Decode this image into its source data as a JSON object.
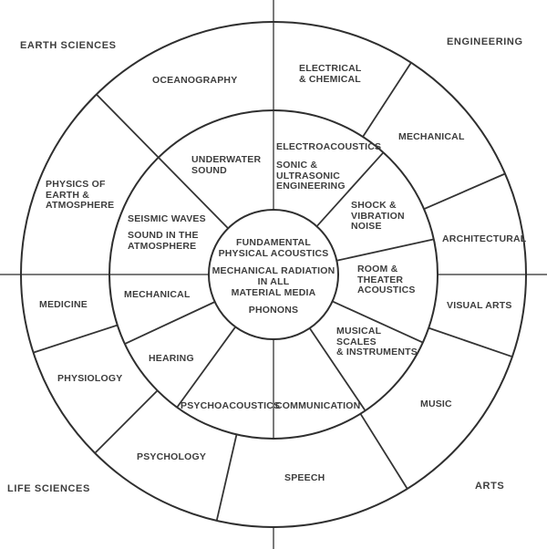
{
  "diagram": "wheel-of-acoustics",
  "colors": {
    "background": "#ffffff",
    "circle_stroke": "#2f2f2f",
    "divider_stroke": "#343434",
    "axis_stroke": "#7a7a7a",
    "text": "#3d3d3d"
  },
  "quadrants": {
    "top_left": "EARTH SCIENCES",
    "top_right": "ENGINEERING",
    "bottom_left": "LIFE SCIENCES",
    "bottom_right": "ARTS"
  },
  "center_circle": {
    "block1": "FUNDAMENTAL\nPHYSICAL ACOUSTICS",
    "block2": "MECHANICAL RADIATION\nIN ALL\nMATERIAL MEDIA",
    "block3": "PHONONS"
  },
  "middle_ring": {
    "underwater_sound": "UNDERWATER\nSOUND",
    "electroacoustics": "ELECTROACOUSTICS",
    "sonic_ultrasonic": "SONIC &\nULTRASONIC\nENGINEERING",
    "shock_vibration": "SHOCK &\nVIBRATION\nNOISE",
    "room_theater": "ROOM &\nTHEATER\nACOUSTICS",
    "musical_scales": "MUSICAL\nSCALES\n& INSTRUMENTS",
    "communication": "COMMUNICATION",
    "psychoacoustics": "PSYCHOACOUSTICS",
    "hearing": "HEARING",
    "mechanical": "MECHANICAL",
    "seismic_waves": "SEISMIC WAVES",
    "sound_atmosphere": "SOUND IN THE\nATMOSPHERE"
  },
  "outer_ring": {
    "oceanography": "OCEANOGRAPHY",
    "electrical_chemical": "ELECTRICAL\n& CHEMICAL",
    "mechanical": "MECHANICAL",
    "architectural": "ARCHITECTURAL",
    "visual_arts": "VISUAL ARTS",
    "music": "MUSIC",
    "speech": "SPEECH",
    "psychology": "PSYCHOLOGY",
    "physiology": "PHYSIOLOGY",
    "medicine": "MEDICINE",
    "physics_earth_atmosphere": "PHYSICS OF\nEARTH &\nATMOSPHERE"
  }
}
